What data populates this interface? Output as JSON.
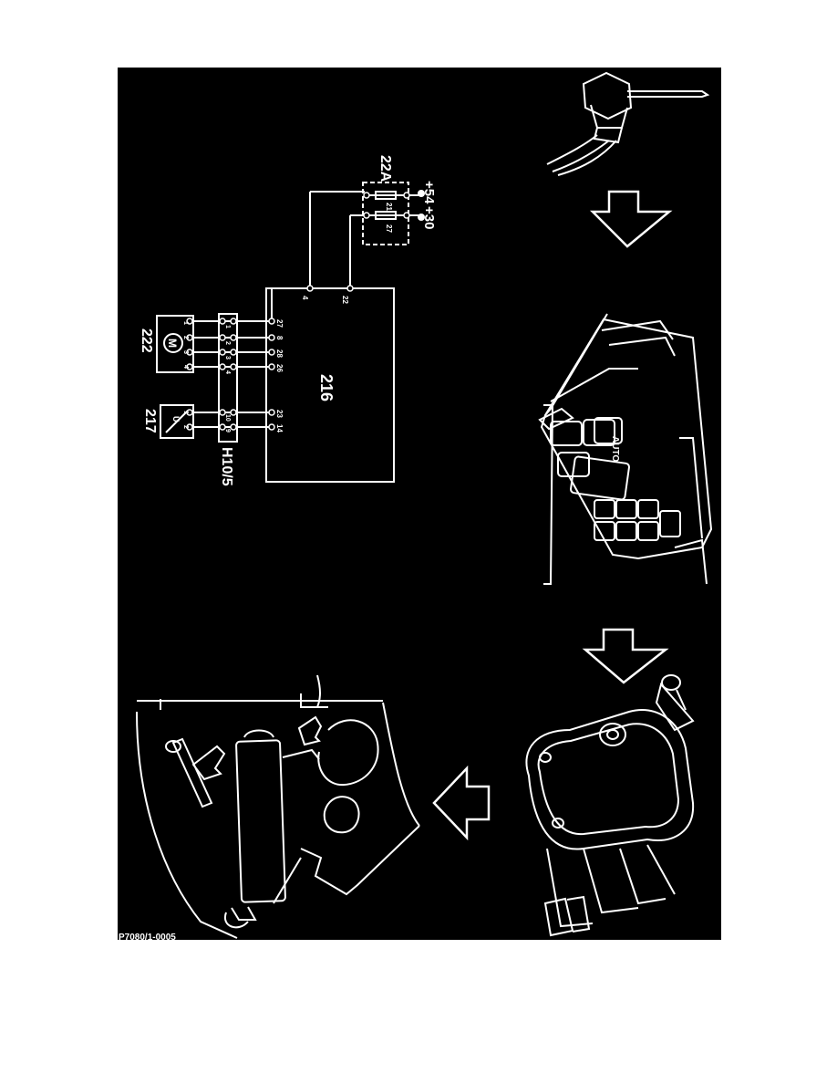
{
  "diagram": {
    "colors": {
      "background": "#000000",
      "lines": "#ffffff",
      "page": "#ffffff"
    },
    "labels": {
      "fuse_box": "22A",
      "supply_54": "+54",
      "supply_30": "+30",
      "fuse_21": "21",
      "fuse_27": "27",
      "control_module": "216",
      "motor": "222",
      "motor_symbol": "M",
      "sensor": "217",
      "connector": "H10/5",
      "pin_4": "4",
      "pin_22": "22",
      "pin_27": "27",
      "pin_8": "8",
      "pin_28": "28",
      "pin_26": "26",
      "pin_23": "23",
      "pin_14": "14",
      "conn_1": "1",
      "conn_2": "2",
      "conn_3": "3",
      "conn_4": "4",
      "conn_10": "10",
      "conn_9": "9",
      "motor_pin_1": "1",
      "motor_pin_2": "2",
      "motor_pin_3": "3",
      "motor_pin_4": "4",
      "sensor_pin_1": "1",
      "sensor_pin_2": "2",
      "sensor_symbol": "U",
      "switch_auto": "AUTO",
      "corner_code": "P7080/1-0005"
    }
  }
}
